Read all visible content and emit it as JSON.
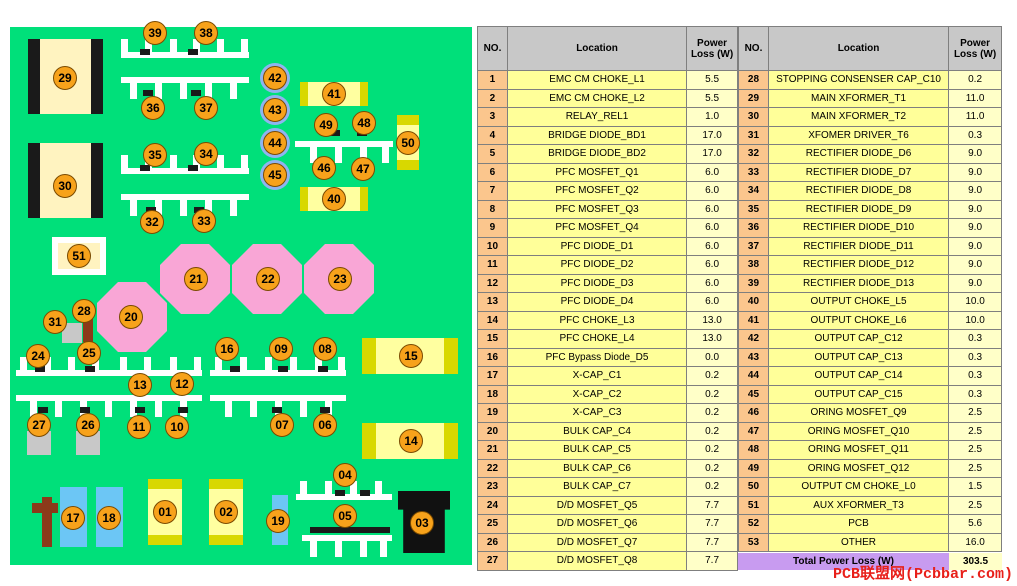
{
  "board_markers": {
    "m01": "01",
    "m02": "02",
    "m03": "03",
    "m04": "04",
    "m05": "05",
    "m06": "06",
    "m07": "07",
    "m08": "08",
    "m09": "09",
    "m10": "10",
    "m11": "11",
    "m12": "12",
    "m13": "13",
    "m14": "14",
    "m15": "15",
    "m16": "16",
    "m17": "17",
    "m18": "18",
    "m19": "19",
    "m20": "20",
    "m21": "21",
    "m22": "22",
    "m23": "23",
    "m24": "24",
    "m25": "25",
    "m26": "26",
    "m27": "27",
    "m28": "28",
    "m29": "29",
    "m30": "30",
    "m31": "31",
    "m32": "32",
    "m33": "33",
    "m34": "34",
    "m35": "35",
    "m36": "36",
    "m37": "37",
    "m38": "38",
    "m39": "39",
    "m40": "40",
    "m41": "41",
    "m42": "42",
    "m43": "43",
    "m44": "44",
    "m45": "45",
    "m46": "46",
    "m47": "47",
    "m48": "48",
    "m49": "49",
    "m50": "50",
    "m51": "51"
  },
  "table": {
    "headers": {
      "no": "NO.",
      "location": "Location",
      "power": "Power Loss (W)"
    },
    "left_rows": [
      {
        "no": "1",
        "loc": "EMC CM CHOKE_L1",
        "pw": "5.5"
      },
      {
        "no": "2",
        "loc": "EMC CM CHOKE_L2",
        "pw": "5.5"
      },
      {
        "no": "3",
        "loc": "RELAY_REL1",
        "pw": "1.0"
      },
      {
        "no": "4",
        "loc": "BRIDGE DIODE_BD1",
        "pw": "17.0"
      },
      {
        "no": "5",
        "loc": "BRIDGE DIODE_BD2",
        "pw": "17.0"
      },
      {
        "no": "6",
        "loc": "PFC MOSFET_Q1",
        "pw": "6.0"
      },
      {
        "no": "7",
        "loc": "PFC MOSFET_Q2",
        "pw": "6.0"
      },
      {
        "no": "8",
        "loc": "PFC MOSFET_Q3",
        "pw": "6.0"
      },
      {
        "no": "9",
        "loc": "PFC MOSFET_Q4",
        "pw": "6.0"
      },
      {
        "no": "10",
        "loc": "PFC DIODE_D1",
        "pw": "6.0"
      },
      {
        "no": "11",
        "loc": "PFC DIODE_D2",
        "pw": "6.0"
      },
      {
        "no": "12",
        "loc": "PFC DIODE_D3",
        "pw": "6.0"
      },
      {
        "no": "13",
        "loc": "PFC DIODE_D4",
        "pw": "6.0"
      },
      {
        "no": "14",
        "loc": "PFC CHOKE_L3",
        "pw": "13.0"
      },
      {
        "no": "15",
        "loc": "PFC CHOKE_L4",
        "pw": "13.0"
      },
      {
        "no": "16",
        "loc": "PFC Bypass Diode_D5",
        "pw": "0.0"
      },
      {
        "no": "17",
        "loc": "X-CAP_C1",
        "pw": "0.2"
      },
      {
        "no": "18",
        "loc": "X-CAP_C2",
        "pw": "0.2"
      },
      {
        "no": "19",
        "loc": "X-CAP_C3",
        "pw": "0.2"
      },
      {
        "no": "20",
        "loc": "BULK CAP_C4",
        "pw": "0.2"
      },
      {
        "no": "21",
        "loc": "BULK CAP_C5",
        "pw": "0.2"
      },
      {
        "no": "22",
        "loc": "BULK CAP_C6",
        "pw": "0.2"
      },
      {
        "no": "23",
        "loc": "BULK CAP_C7",
        "pw": "0.2"
      },
      {
        "no": "24",
        "loc": "D/D MOSFET_Q5",
        "pw": "7.7"
      },
      {
        "no": "25",
        "loc": "D/D MOSFET_Q6",
        "pw": "7.7"
      },
      {
        "no": "26",
        "loc": "D/D MOSFET_Q7",
        "pw": "7.7"
      },
      {
        "no": "27",
        "loc": "D/D MOSFET_Q8",
        "pw": "7.7"
      }
    ],
    "right_rows": [
      {
        "no": "28",
        "loc": "STOPPING CONSENSER CAP_C10",
        "pw": "0.2"
      },
      {
        "no": "29",
        "loc": "MAIN XFORMER_T1",
        "pw": "11.0"
      },
      {
        "no": "30",
        "loc": "MAIN XFORMER_T2",
        "pw": "11.0"
      },
      {
        "no": "31",
        "loc": "XFOMER DRIVER_T6",
        "pw": "0.3"
      },
      {
        "no": "32",
        "loc": "RECTIFIER DIODE_D6",
        "pw": "9.0"
      },
      {
        "no": "33",
        "loc": "RECTIFIER DIODE_D7",
        "pw": "9.0"
      },
      {
        "no": "34",
        "loc": "RECTIFIER DIODE_D8",
        "pw": "9.0"
      },
      {
        "no": "35",
        "loc": "RECTIFIER DIODE_D9",
        "pw": "9.0"
      },
      {
        "no": "36",
        "loc": "RECTIFIER DIODE_D10",
        "pw": "9.0"
      },
      {
        "no": "37",
        "loc": "RECTIFIER DIODE_D11",
        "pw": "9.0"
      },
      {
        "no": "38",
        "loc": "RECTIFIER DIODE_D12",
        "pw": "9.0"
      },
      {
        "no": "39",
        "loc": "RECTIFIER DIODE_D13",
        "pw": "9.0"
      },
      {
        "no": "40",
        "loc": "OUTPUT CHOKE_L5",
        "pw": "10.0"
      },
      {
        "no": "41",
        "loc": "OUTPUT CHOKE_L6",
        "pw": "10.0"
      },
      {
        "no": "42",
        "loc": "OUTPUT CAP_C12",
        "pw": "0.3"
      },
      {
        "no": "43",
        "loc": "OUTPUT CAP_C13",
        "pw": "0.3"
      },
      {
        "no": "44",
        "loc": "OUTPUT CAP_C14",
        "pw": "0.3"
      },
      {
        "no": "45",
        "loc": "OUTPUT CAP_C15",
        "pw": "0.3"
      },
      {
        "no": "46",
        "loc": "ORING MOSFET_Q9",
        "pw": "2.5"
      },
      {
        "no": "47",
        "loc": "ORING MOSFET_Q10",
        "pw": "2.5"
      },
      {
        "no": "48",
        "loc": "ORING MOSFET_Q11",
        "pw": "2.5"
      },
      {
        "no": "49",
        "loc": "ORING MOSFET_Q12",
        "pw": "2.5"
      },
      {
        "no": "50",
        "loc": "OUTPUT CM CHOKE_L0",
        "pw": "1.5"
      },
      {
        "no": "51",
        "loc": "AUX XFORMER_T3",
        "pw": "2.5"
      },
      {
        "no": "52",
        "loc": "PCB",
        "pw": "5.6"
      },
      {
        "no": "53",
        "loc": "OTHER",
        "pw": "16.0"
      }
    ],
    "total_label": "Total Power Loss (W)",
    "total_value": "303.5"
  },
  "watermark": "PCB联盟网(Pcbbar.com)",
  "colors": {
    "board": "#00e07a",
    "marker": "#f7a21b",
    "header": "#c8c8c8",
    "no_cell": "#fbc68d",
    "loc_cell": "#ffff99",
    "total": "#c89bf0"
  }
}
